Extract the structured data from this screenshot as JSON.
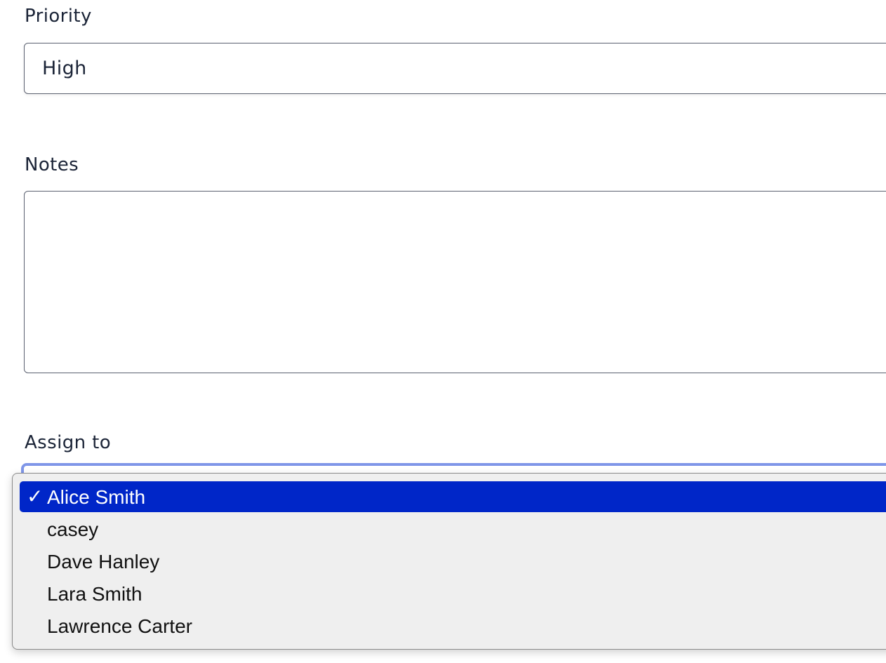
{
  "form": {
    "priority": {
      "label": "Priority",
      "value": "High"
    },
    "notes": {
      "label": "Notes",
      "value": ""
    },
    "assign_to": {
      "label": "Assign to",
      "selected_check": "✓",
      "options": [
        {
          "label": "Alice Smith",
          "selected": true
        },
        {
          "label": "casey",
          "selected": false
        },
        {
          "label": "Dave Hanley",
          "selected": false
        },
        {
          "label": "Lara Smith",
          "selected": false
        },
        {
          "label": "Lawrence Carter",
          "selected": false
        }
      ]
    }
  },
  "colors": {
    "selected_option_bg": "#0026c8",
    "focus_ring": "#7f96e8",
    "text": "#1b2437"
  }
}
